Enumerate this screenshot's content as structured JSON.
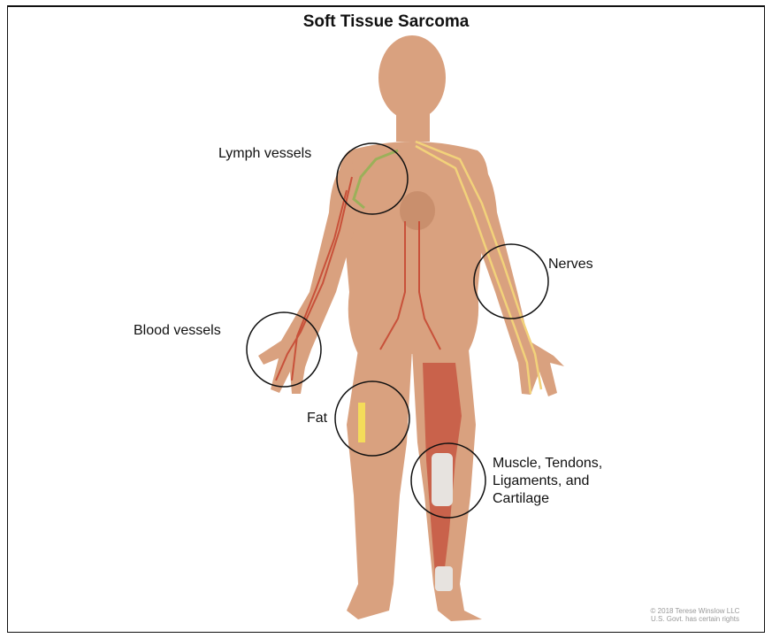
{
  "title": "Soft Tissue Sarcoma",
  "labels": {
    "lymph": "Lymph vessels",
    "nerves": "Nerves",
    "blood": "Blood vessels",
    "fat": "Fat",
    "muscle": [
      "Muscle, Tendons,",
      "Ligaments, and",
      "Cartilage"
    ]
  },
  "credit": [
    "© 2018 Terese Winslow LLC",
    "U.S. Govt. has certain rights"
  ],
  "colors": {
    "skin": "#d9a17f",
    "skin_shadow": "#c98f6d",
    "blood": "#c8513a",
    "nerve": "#f2d27a",
    "lymph": "#9bb05a",
    "fat": "#f4dc5a",
    "muscle": "#c9624b",
    "bone": "#e7e3df"
  }
}
